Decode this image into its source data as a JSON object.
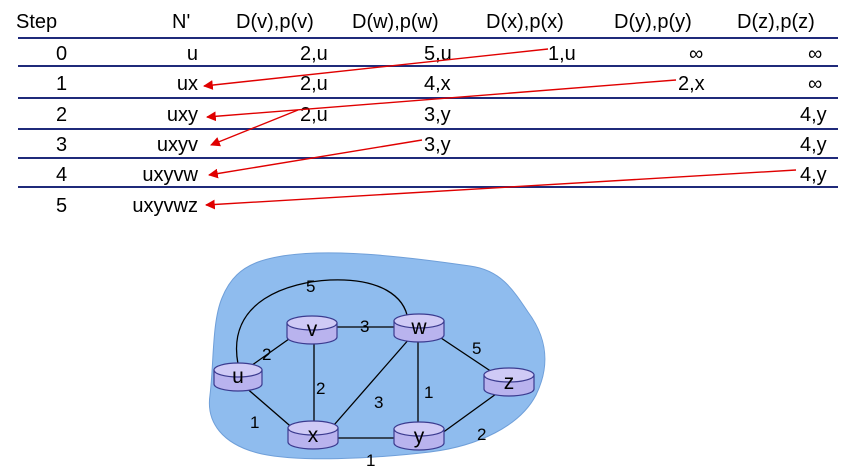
{
  "table": {
    "headers": [
      "Step",
      "N'",
      "D(v),p(v)",
      "D(w),p(w)",
      "D(x),p(x)",
      "D(y),p(y)",
      "D(z),p(z)"
    ],
    "rows": [
      [
        "0",
        "u",
        "2,u",
        "5,u",
        "1,u",
        "∞",
        "∞"
      ],
      [
        "1",
        "ux",
        "2,u",
        "4,x",
        "",
        "2,x",
        "∞"
      ],
      [
        "2",
        "uxy",
        "2,u",
        "3,y",
        "",
        "",
        "4,y"
      ],
      [
        "3",
        "uxyv",
        "",
        "3,y",
        "",
        "",
        "4,y"
      ],
      [
        "4",
        "uxyvw",
        "",
        "",
        "",
        "",
        "4,y"
      ],
      [
        "5",
        "uxyvwz",
        "",
        "",
        "",
        "",
        ""
      ]
    ]
  },
  "graph": {
    "nodes": [
      {
        "id": "u",
        "label": "u"
      },
      {
        "id": "v",
        "label": "v"
      },
      {
        "id": "w",
        "label": "w"
      },
      {
        "id": "x",
        "label": "x"
      },
      {
        "id": "y",
        "label": "y"
      },
      {
        "id": "z",
        "label": "z"
      }
    ],
    "edges": [
      {
        "from": "u",
        "to": "w",
        "weight": "5"
      },
      {
        "from": "u",
        "to": "v",
        "weight": "2"
      },
      {
        "from": "v",
        "to": "w",
        "weight": "3"
      },
      {
        "from": "u",
        "to": "x",
        "weight": "1"
      },
      {
        "from": "v",
        "to": "x",
        "weight": "2"
      },
      {
        "from": "x",
        "to": "w",
        "weight": "3"
      },
      {
        "from": "w",
        "to": "y",
        "weight": "1"
      },
      {
        "from": "w",
        "to": "z",
        "weight": "5"
      },
      {
        "from": "x",
        "to": "y",
        "weight": "1"
      },
      {
        "from": "y",
        "to": "z",
        "weight": "2"
      }
    ]
  },
  "colors": {
    "row_separator": "#1f2a7a",
    "arrow": "#e00000",
    "cloud": "#8fbcee",
    "router": "#b9b3ee"
  }
}
